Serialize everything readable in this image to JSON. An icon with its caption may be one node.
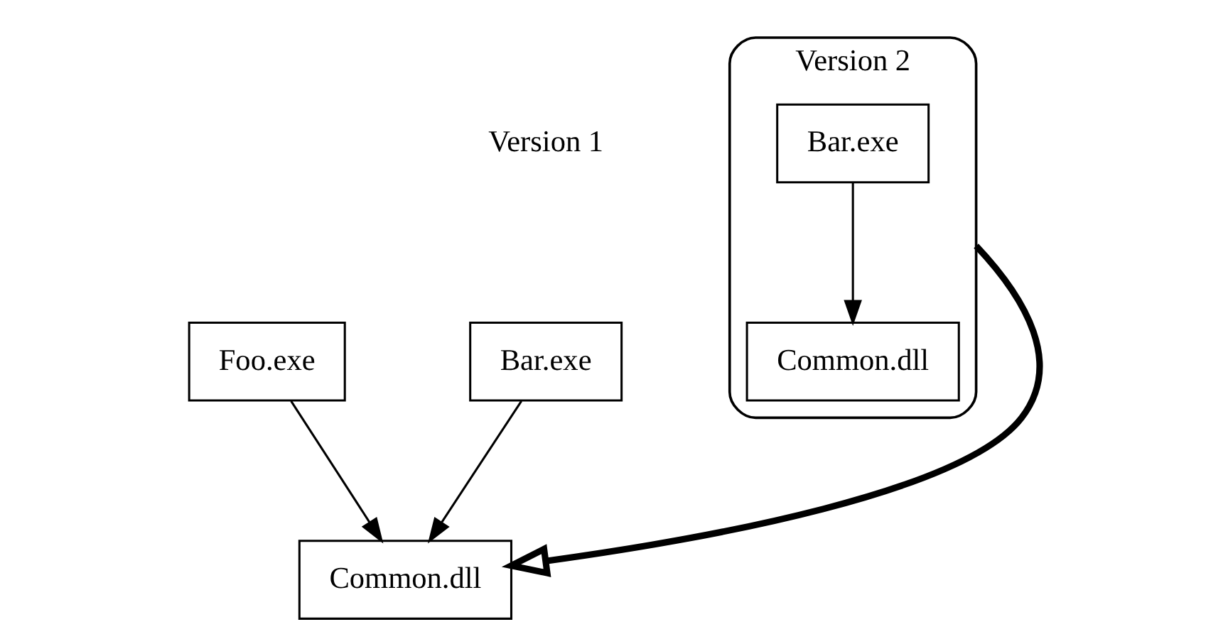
{
  "diagram": {
    "nodes": [
      {
        "text": [
          "Foo.exe"
        ]
      },
      {
        "text": [
          "Bar.exe"
        ]
      },
      {
        "text": [
          "Common.dll"
        ]
      },
      {
        "text": [
          "Version 2"
        ]
      },
      {
        "text": [
          "Bar.exe"
        ],
        "in": 3
      },
      {
        "text": [
          "Common.dll"
        ],
        "in": 3
      }
    ],
    "edges": [
      {
        "from": 0,
        "to": 2,
        "arrow": "to"
      },
      {
        "from": 1,
        "to": 2,
        "arrow": "to"
      },
      {
        "from": 4,
        "to": 5,
        "arrow": "to"
      },
      {
        "from": 3,
        "to": 2,
        "arrow": "to",
        "style": "thick"
      }
    ],
    "labels": [
      "Version 1"
    ]
  }
}
